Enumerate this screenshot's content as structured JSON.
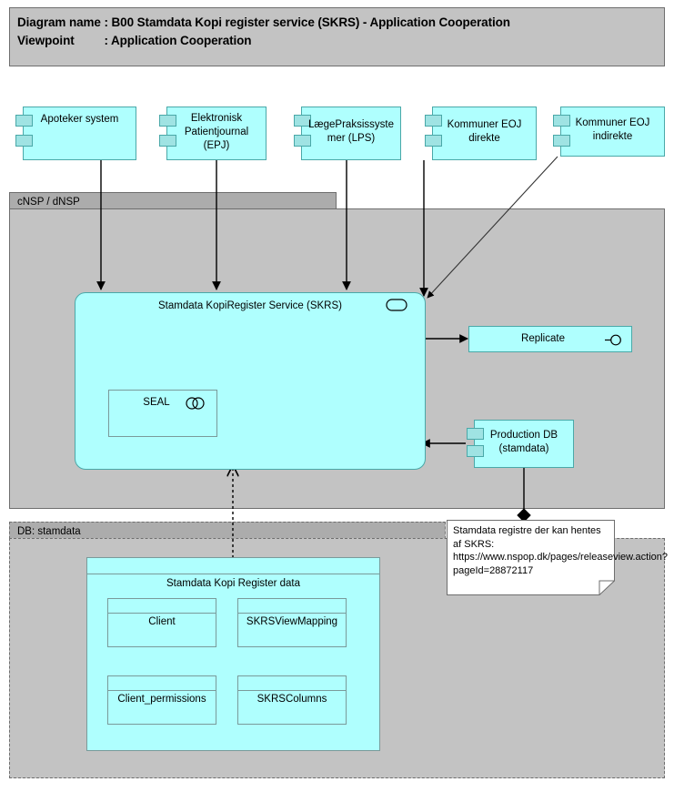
{
  "header": {
    "line1": "Diagram name : B00 Stamdata Kopi register service (SKRS) - Application Cooperation",
    "line2": "Viewpoint         : Application Cooperation"
  },
  "groups": [
    {
      "id": "cnsp",
      "label": "cNSP / dNSP"
    },
    {
      "id": "db",
      "label": "DB: stamdata"
    }
  ],
  "components": [
    {
      "id": "apoteker",
      "label": "Apoteker system"
    },
    {
      "id": "epj",
      "label": "Elektronisk\nPatientjournal\n(EPJ)"
    },
    {
      "id": "lps",
      "label": "LægePraksissyste\nmer (LPS)"
    },
    {
      "id": "kommuner_direkte",
      "label": "Kommuner EOJ\ndirekte"
    },
    {
      "id": "kommuner_indirekte",
      "label": "Kommuner EOJ\nindirekte"
    },
    {
      "id": "production_db",
      "label": "Production DB\n(stamdata)"
    }
  ],
  "service": {
    "label": "Stamdata KopiRegister Service (SKRS)",
    "icon": "application-service-icon"
  },
  "seal": {
    "label": "SEAL",
    "icon": "application-collaboration-icon"
  },
  "replicate": {
    "label": "Replicate",
    "icon": "application-interface-icon"
  },
  "data_objects": [
    {
      "id": "skrs-data",
      "label": "Stamdata Kopi Register data"
    },
    {
      "id": "client",
      "label": "Client"
    },
    {
      "id": "skrsviewmapping",
      "label": "SKRSViewMapping"
    },
    {
      "id": "client_permissions",
      "label": "Client_permissions"
    },
    {
      "id": "skrscolumns",
      "label": "SKRSColumns"
    }
  ],
  "note": {
    "text": "Stamdata registre der kan hentes af SKRS: https://www.nspop.dk/pages/releaseview.action?pageId=28872117"
  },
  "colors": {
    "component_fill": "#affffe",
    "component_stroke": "#4aa8a8",
    "group_fill": "#c3c3c3",
    "group_tab_fill": "#acacac",
    "group_stroke": "#6e6e6e",
    "note_fill": "#ffffff",
    "connector": "#000000"
  }
}
